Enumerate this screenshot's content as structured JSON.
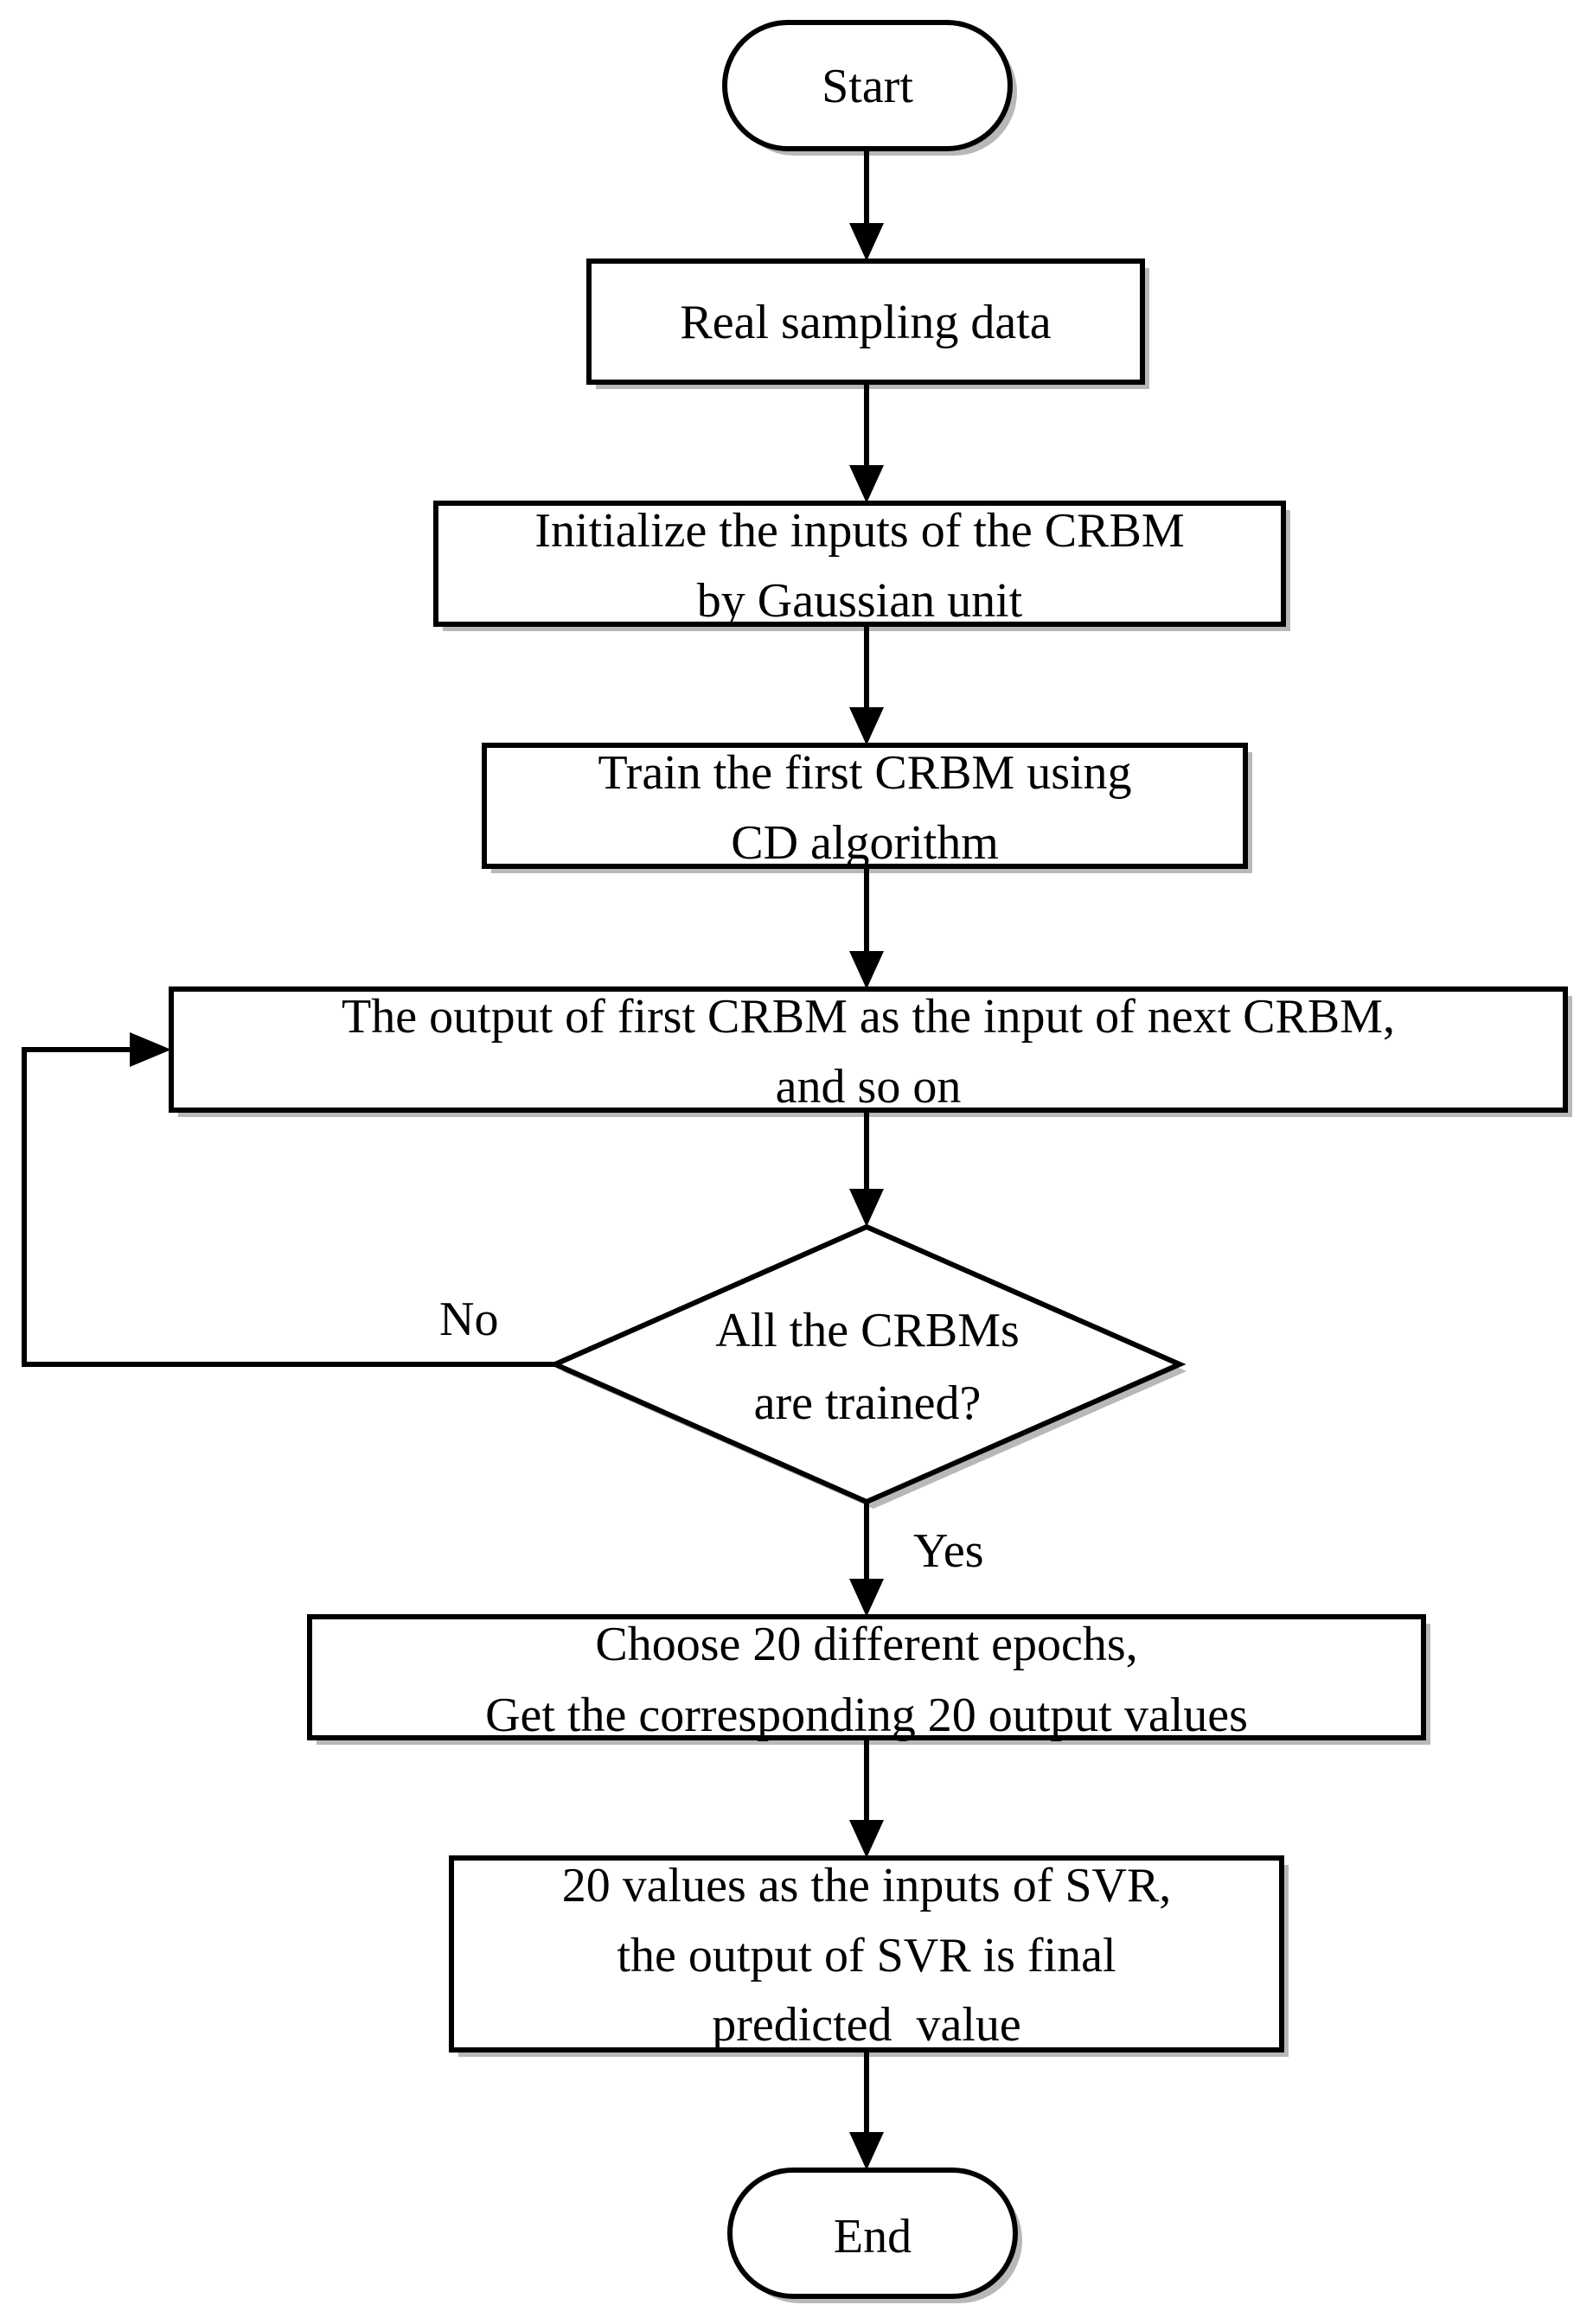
{
  "nodes": {
    "start": "Start",
    "real_sampling": "Real sampling data",
    "initialize": [
      "Initialize the inputs of the CRBM",
      "by Gaussian unit"
    ],
    "train_first": [
      "Train the first CRBM using",
      "CD algorithm"
    ],
    "output_next": [
      "The output of first CRBM as the input of next CRBM,",
      "and so on"
    ],
    "decision": [
      "All the CRBMs",
      "are trained?"
    ],
    "choose_epochs": [
      "Choose 20 different epochs,",
      "Get the corresponding 20 output values"
    ],
    "svr": [
      "20 values as the inputs of SVR,",
      "the output of SVR is final",
      "predicted  value"
    ],
    "end": "End"
  },
  "edges": {
    "no_label": "No",
    "yes_label": "Yes"
  },
  "colors": {
    "stroke": "#000000",
    "fill": "#ffffff",
    "shadow": "#b8b8b8"
  }
}
